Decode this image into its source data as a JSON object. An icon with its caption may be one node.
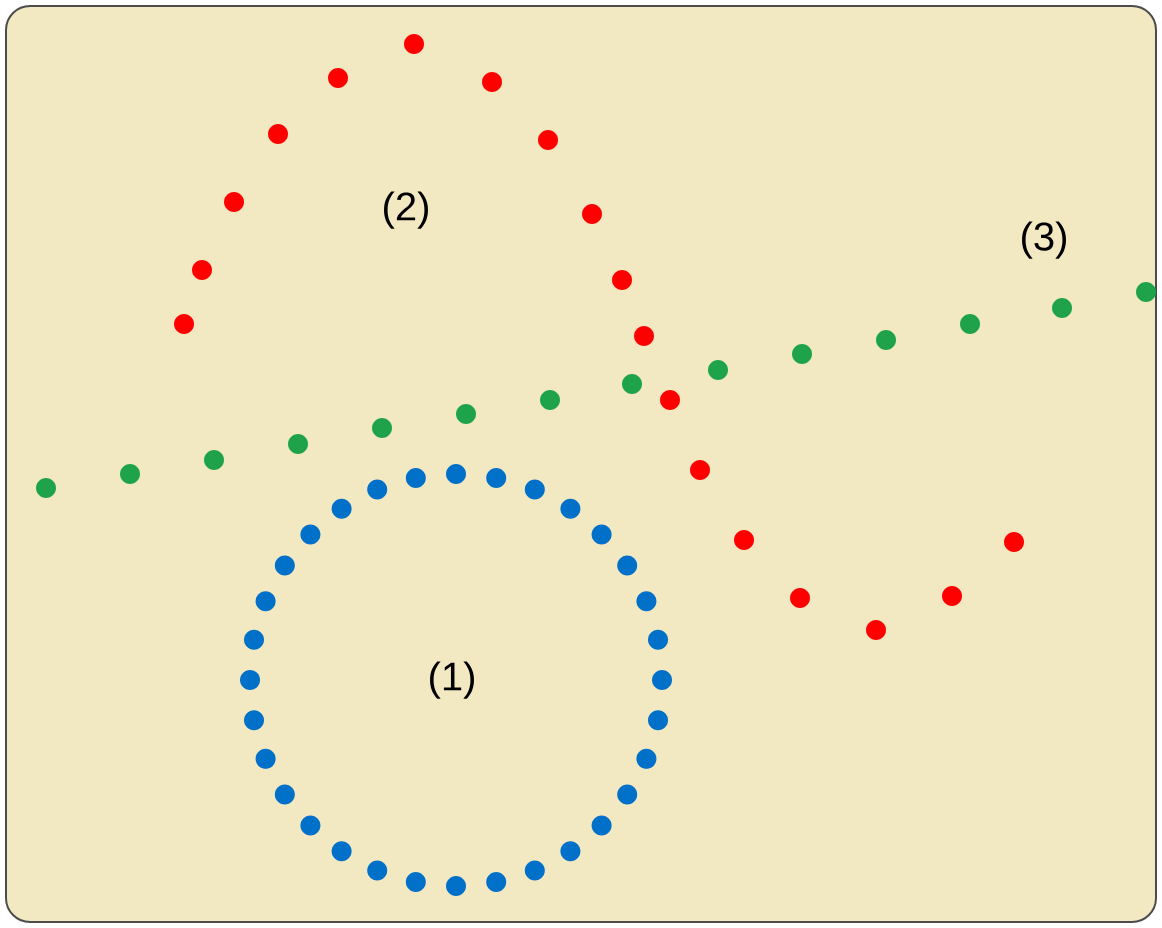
{
  "diagram": {
    "labels": [
      "(2)",
      "(3)",
      "(1)"
    ]
  }
}
